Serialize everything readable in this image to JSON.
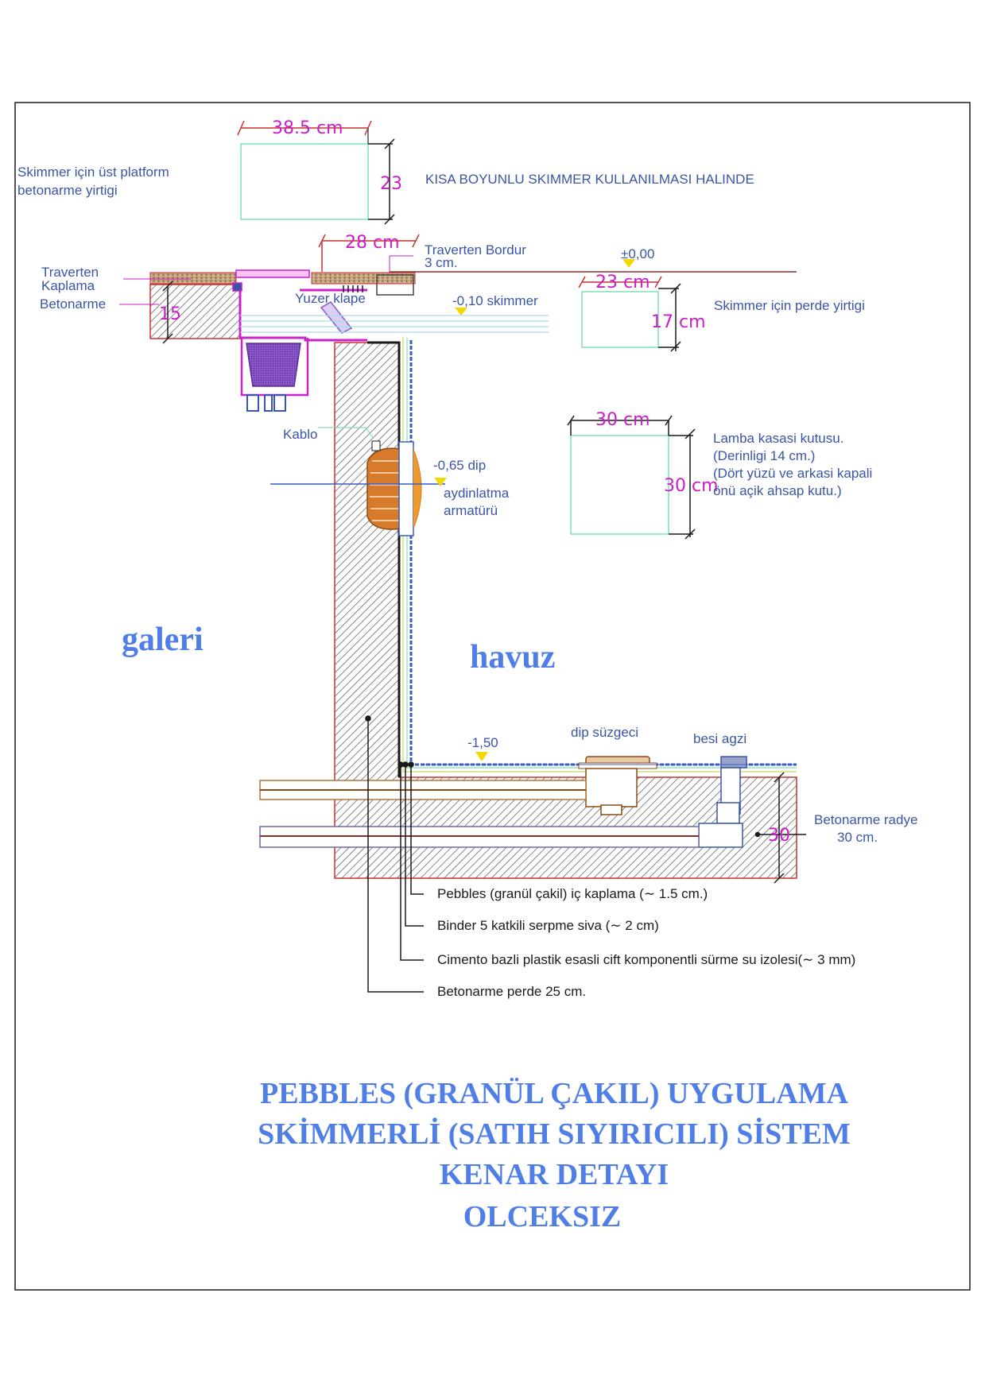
{
  "labels": {
    "top_platform_line1": "Skimmer için üst platform",
    "top_platform_line2": "betonarme yirtigi",
    "dim_38_5": "38.5  cm",
    "dim_23_top": "23",
    "short_neck": "KISA BOYUNLU SKIMMER KULLANILMASI HALINDE",
    "dim_28": "28  cm",
    "traverten_bordur_1": "Traverten Bordur",
    "traverten_bordur_2": "3 cm.",
    "level_zero": "±0,00",
    "traverten_kaplama_1": "Traverten",
    "traverten_kaplama_2": "Kaplama",
    "betonarme": "Betonarme",
    "dim_15": "15",
    "yuzer_klape": "Yuzer klape",
    "level_skimmer": "-0,10 skimmer",
    "dim_23_cm": "23  cm",
    "dim_17_cm": "17  cm",
    "perde_yirtigi": "Skimmer için perde yirtigi",
    "kablo": "Kablo",
    "level_dip": "-0,65 dip",
    "aydinlatma_1": "aydinlatma",
    "aydinlatma_2": "armatürü",
    "dim_30_cm_w": "30  cm",
    "dim_30_cm_h": "30  cm",
    "lamba_1": "Lamba kasasi kutusu.",
    "lamba_2": "(Derinligi 14 cm.)",
    "lamba_3": "(Dört yüzü ve arkasi kapali",
    "lamba_4": "önü açik ahsap kutu.)",
    "galeri": "galeri",
    "havuz": "havuz",
    "dip_suzgeci": "dip süzgeci",
    "besi_agzi": "besi agzi",
    "level_bottom": "-1,50",
    "dim_30_radye": "30",
    "radye_1": "Betonarme radye",
    "radye_2": "30 cm."
  },
  "legend": [
    {
      "text": "Pebbles (granül çakil) iç kaplama (∼ 1.5 cm.)"
    },
    {
      "text": "Binder 5 katkili serpme siva (∼ 2 cm)"
    },
    {
      "text": "Cimento bazli plastik esasli cift komponentli sürme su izolesi(∼ 3 mm)"
    },
    {
      "text": "Betonarme perde 25 cm."
    }
  ],
  "title": {
    "line1": "PEBBLES (GRANÜL ÇAKIL) UYGULAMA",
    "line2": "SKİMMERLİ (SATIH SIYIRICILI) SİSTEM",
    "line3": "KENAR DETAYI",
    "line4": "OLCEKSIZ"
  },
  "colors": {
    "text": "#3a55a8",
    "dimension": "#c81ec8",
    "heading": "#4f7fe6",
    "concrete_outline": "#c83232",
    "water": "#3b5cc6",
    "level_marker": "#f2d800",
    "skimmer": "#cc22cc"
  }
}
